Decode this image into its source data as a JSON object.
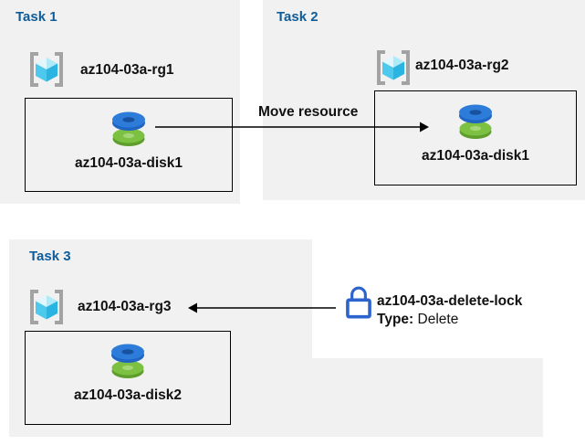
{
  "colors": {
    "panel_bg": "#f1f1f1",
    "title_blue": "#0f5c9a",
    "text_black": "#111111",
    "box_border": "#000000",
    "arrow_color": "#000000",
    "lock_blue": "#2c63cf",
    "rg_bracket": "#a3a3a3",
    "rg_top_left": "#e0f7fd",
    "rg_top_right": "#aeeaf8",
    "rg_face_left": "#4cc9ec",
    "rg_face_right": "#29b4e1",
    "disk_blue_top": "#2e7cd9",
    "disk_blue_side": "#1f65c4",
    "disk_blue_hole": "#17519f",
    "disk_green_top": "#7cc142",
    "disk_green_side": "#5f9e2d",
    "disk_green_hole": "#a4d678"
  },
  "icons": {
    "resource_group": "resource-group-icon",
    "disk": "disk-icon",
    "lock": "lock-icon"
  },
  "tasks": {
    "task1": {
      "title": "Task 1",
      "rg_name": "az104-03a-rg1",
      "disk_name": "az104-03a-disk1"
    },
    "task2": {
      "title": "Task 2",
      "rg_name": "az104-03a-rg2",
      "disk_name": "az104-03a-disk1"
    },
    "task3": {
      "title": "Task 3",
      "rg_name": "az104-03a-rg3",
      "disk_name": "az104-03a-disk2",
      "lock": {
        "name": "az104-03a-delete-lock",
        "type_label": "Type:",
        "type_value": "Delete"
      }
    }
  },
  "arrows": {
    "move_resource_label": "Move resource"
  }
}
